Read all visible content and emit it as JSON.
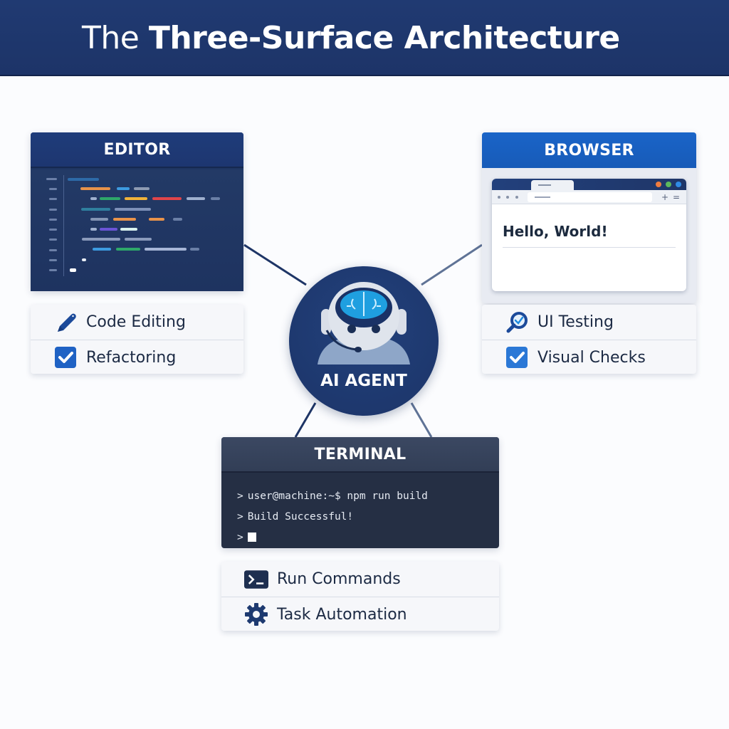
{
  "header": {
    "title_light": "The ",
    "title_bold": "Three-Surface Architecture"
  },
  "colors": {
    "header_bg": "#1f3a70",
    "editor_head": "#1f3c7a",
    "browser_head": "#1a64c8",
    "terminal_head": "#374460",
    "agent_bg": "#1e3a72"
  },
  "editor": {
    "title": "EDITOR",
    "features": [
      {
        "icon": "pencil-icon",
        "label": "Code Editing"
      },
      {
        "icon": "checkbox-icon",
        "label": "Refactoring"
      }
    ]
  },
  "browser": {
    "title": "BROWSER",
    "page_heading": "Hello, World!",
    "features": [
      {
        "icon": "magnifier-check-icon",
        "label": "UI Testing"
      },
      {
        "icon": "checkbox-icon",
        "label": "Visual Checks"
      }
    ]
  },
  "agent": {
    "label": "AI AGENT",
    "icon": "robot-brain-headset-icon"
  },
  "terminal": {
    "title": "TERMINAL",
    "lines": [
      {
        "prompt": ">",
        "text": "user@machine:~$ npm run build"
      },
      {
        "prompt": ">",
        "text": "Build Successful!"
      },
      {
        "prompt": ">",
        "text": ""
      }
    ],
    "features": [
      {
        "icon": "terminal-prompt-icon",
        "label": "Run Commands"
      },
      {
        "icon": "gear-icon",
        "label": "Task Automation"
      }
    ]
  }
}
